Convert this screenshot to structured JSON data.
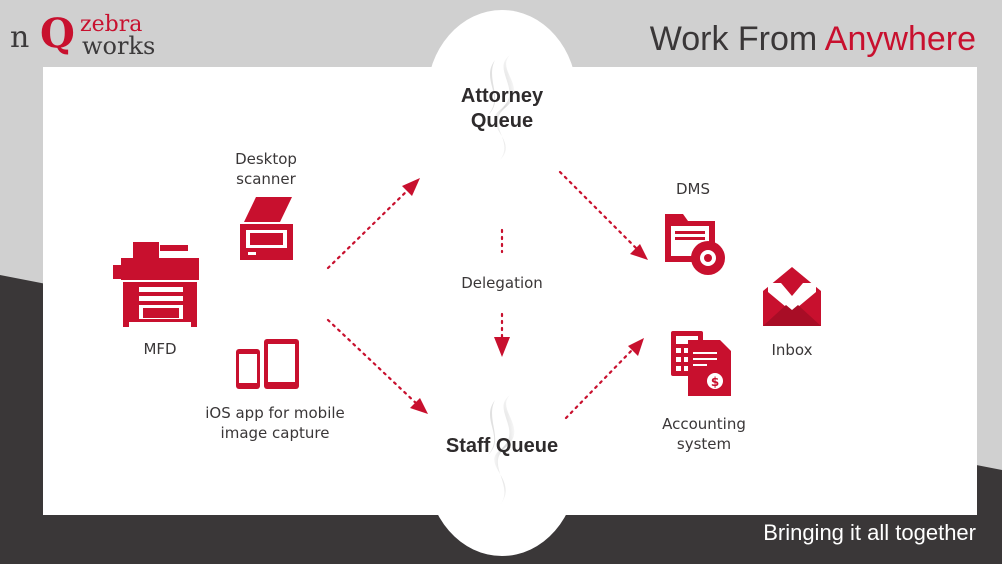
{
  "logo": {
    "n": "n",
    "q": "Q",
    "zebra": "zebra",
    "works": "works"
  },
  "title": {
    "prefix": "Work From ",
    "highlight": "Anywhere"
  },
  "footer": "Bringing it all together",
  "sources": {
    "desktop_scanner": "Desktop scanner",
    "mfd": "MFD",
    "ios_app": "iOS app for mobile image capture"
  },
  "queues": {
    "attorney": "Attorney Queue",
    "staff": "Staff Queue",
    "delegation": "Delegation"
  },
  "destinations": {
    "dms": "DMS",
    "accounting": "Accounting system",
    "inbox": "Inbox"
  },
  "colors": {
    "accent": "#c8102e",
    "dark": "#3a3738",
    "panel": "#ffffff"
  }
}
